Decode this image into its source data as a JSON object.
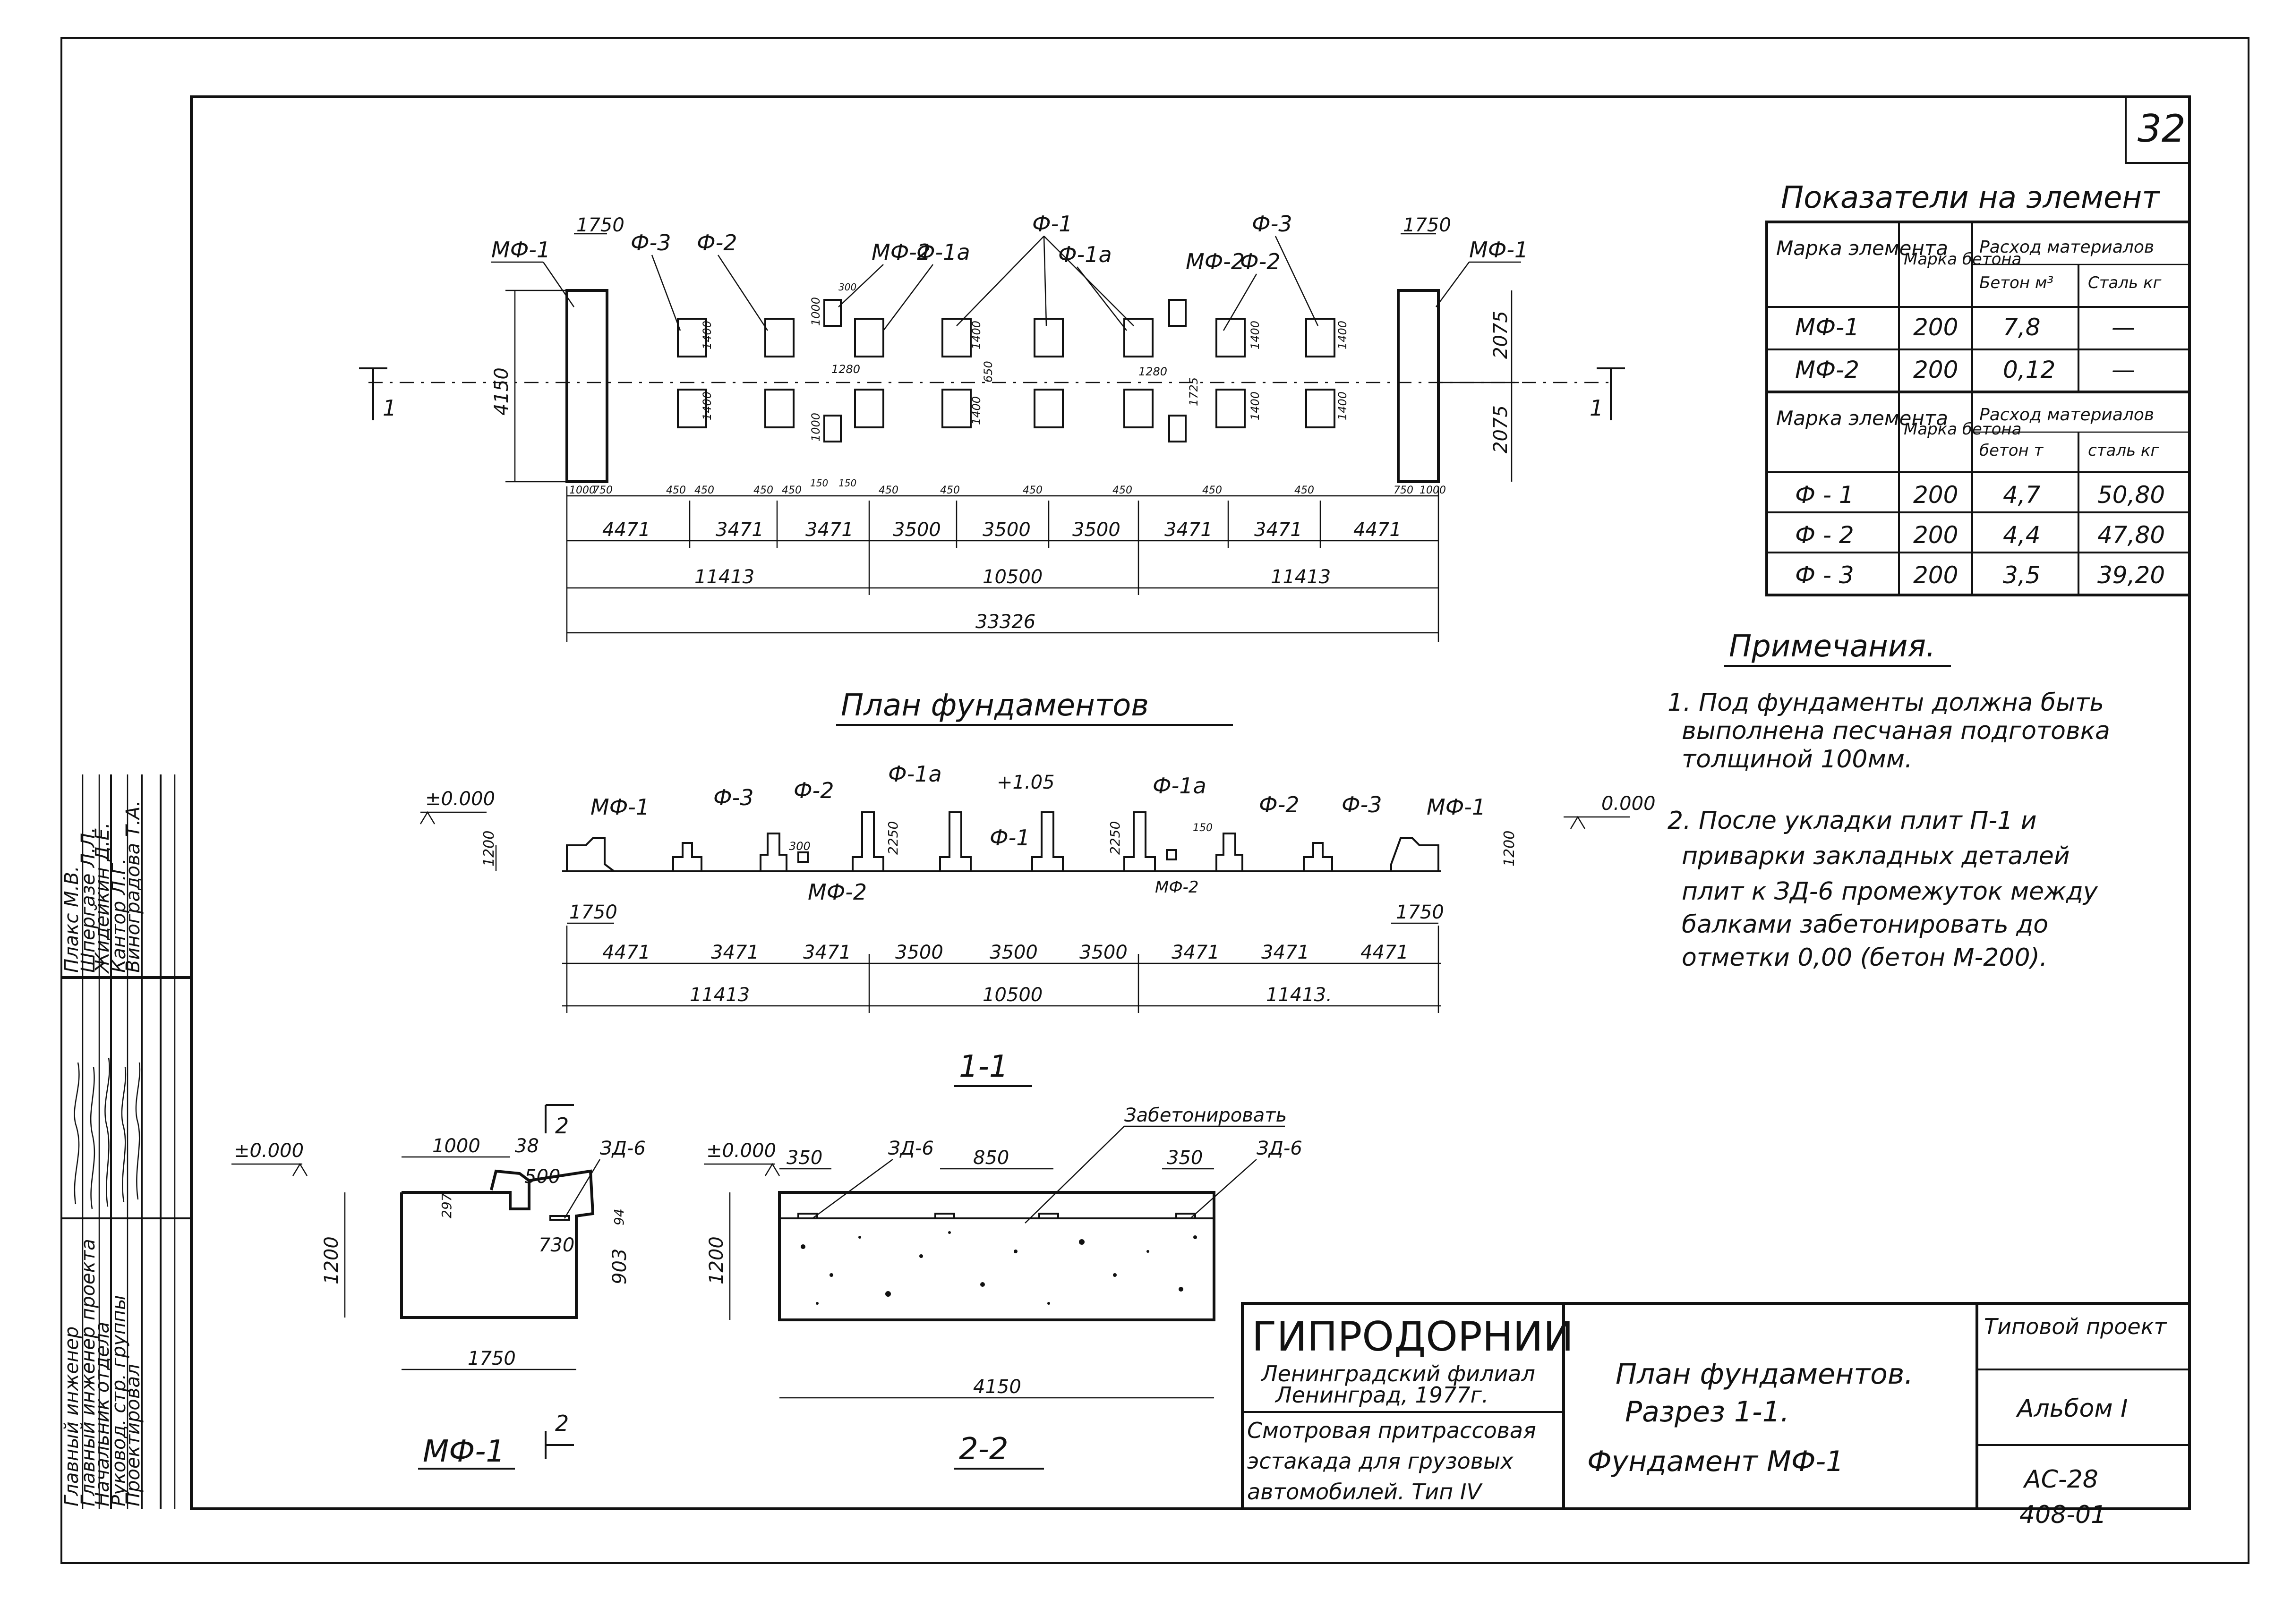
{
  "sheet": {
    "page_number": "32"
  },
  "plan": {
    "title": "План фундаментов",
    "section_mark": "1",
    "labels": {
      "mf1": "МФ-1",
      "mf2": "МФ-2",
      "f1": "Ф-1",
      "f1a": "Ф-1а",
      "f2": "Ф-2",
      "f3": "Ф-3"
    },
    "dims": {
      "row1": [
        "4471",
        "3471",
        "3471",
        "3500",
        "3500",
        "3500",
        "3471",
        "3471",
        "4471"
      ],
      "row2": [
        "11413",
        "10500",
        "11413"
      ],
      "total": "33326",
      "h_4150": "4150",
      "h_2075a": "2075",
      "h_2075b": "2075",
      "w_1750a": "1750",
      "w_1750b": "1750",
      "small": [
        "1000",
        "750",
        "450",
        "450",
        "450",
        "450",
        "450",
        "450",
        "450",
        "450",
        "450",
        "450",
        "750",
        "1000"
      ],
      "inner": [
        "1400",
        "1400",
        "1000",
        "1000",
        "1280",
        "1280",
        "1400",
        "1400",
        "1400",
        "1400",
        "650",
        "1725",
        "1400",
        "1400",
        "300",
        "150",
        "150"
      ]
    }
  },
  "section11": {
    "title": "1-1",
    "levels": {
      "left": "±0.000",
      "right": "0.000",
      "top": "+1.05"
    },
    "labels": {
      "mf1a": "МФ-1",
      "mf1b": "МФ-1",
      "f3a": "Ф-3",
      "f3b": "Ф-3",
      "f2a": "Ф-2",
      "f2b": "Ф-2",
      "f1aa": "Ф-1а",
      "f1ab": "Ф-1а",
      "f1": "Ф-1",
      "mf2a": "МФ-2",
      "mf2b": "МФ-2"
    },
    "dims": {
      "row1": [
        "4471",
        "3471",
        "3471",
        "3500",
        "3500",
        "3500",
        "3471",
        "3471",
        "4471"
      ],
      "row2": [
        "11413",
        "10500",
        "11413."
      ],
      "h1200a": "1200",
      "h1200b": "1200",
      "h2250a": "2250",
      "h2250b": "2250",
      "w1750a": "1750",
      "w1750b": "1750",
      "d300": "300",
      "d150": "150"
    }
  },
  "mf1_detail": {
    "title": "МФ-1",
    "level": "±0.000",
    "section_mark": "2",
    "dims": {
      "d1000": "1000",
      "d38": "38",
      "d500": "500",
      "d297": "297",
      "d94": "94",
      "d730": "730",
      "d903": "903",
      "d1200": "1200",
      "d1750": "1750"
    },
    "part": "ЗД-6"
  },
  "section22": {
    "title": "2-2",
    "level": "±0.000",
    "note": "Забетонировать",
    "dims": {
      "d350a": "350",
      "d850": "850",
      "d350b": "350",
      "d1200": "1200",
      "d4150": "4150"
    },
    "part_a": "ЗД-6",
    "part_b": "ЗД-6"
  },
  "table": {
    "title": "Показатели на элемент",
    "head1": {
      "c1": "Марка элемента",
      "c2": "Марка бетона",
      "c3": "Расход материалов",
      "c3a": "Бетон м³",
      "c3b": "Сталь кг"
    },
    "rows1": [
      {
        "mark": "МФ-1",
        "concrete": "200",
        "volume": "7,8",
        "steel": "—"
      },
      {
        "mark": "МФ-2",
        "concrete": "200",
        "volume": "0,12",
        "steel": "—"
      }
    ],
    "head2": {
      "c1": "Марка элемента",
      "c2": "Марка бетона",
      "c3": "Расход материалов",
      "c3a": "бетон т",
      "c3b": "сталь кг"
    },
    "rows2": [
      {
        "mark": "Ф - 1",
        "concrete": "200",
        "volume": "4,7",
        "steel": "50,80"
      },
      {
        "mark": "Ф - 2",
        "concrete": "200",
        "volume": "4,4",
        "steel": "47,80"
      },
      {
        "mark": "Ф - 3",
        "concrete": "200",
        "volume": "3,5",
        "steel": "39,20"
      }
    ]
  },
  "notes": {
    "title": "Примечания.",
    "n1": [
      "1. Под фундаменты должна быть",
      "выполнена песчаная подготовка",
      "толщиной 100мм."
    ],
    "n2": [
      "2. После укладки плит П-1 и",
      "приварки закладных деталей",
      "плит к ЗД-6 промежуток между",
      "балками забетонировать до",
      "отметки 0,00 (бетон М-200)."
    ]
  },
  "stamp": {
    "org": "ГИПРОДОРНИИ",
    "branch": [
      "Ленинградский филиал",
      "Ленинград, 1977г."
    ],
    "project": [
      "Смотровая притрассовая",
      "эстакада для грузовых",
      "автомобилей. Тип IV"
    ],
    "sheet_title": [
      "План фундаментов.",
      "Разрез 1-1.",
      "Фундамент МФ-1"
    ],
    "type_label": "Типовой проект",
    "album": "Альбом I",
    "code": "АС-28",
    "sub_code": "408-01"
  },
  "side_block": {
    "roles": [
      "Главный инженер",
      "Главный инженер проекта",
      "Начальник отдела",
      "Руковод. стр. группы",
      "Проектировал"
    ],
    "names": [
      "Плакс М.В.",
      "Шпергазе Л.Л.",
      "Жидейкин Д.Е.",
      "Кантор Л.Г.",
      "Виноградова Т.А."
    ]
  }
}
